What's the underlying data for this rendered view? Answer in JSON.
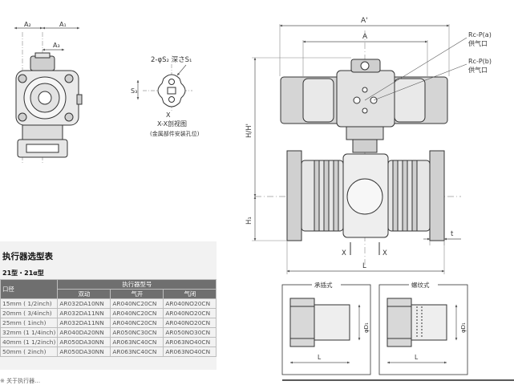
{
  "left_views": {
    "dim_a2": "A₂",
    "dim_a1": "A₁",
    "dim_a3": "A₃"
  },
  "section_view": {
    "hole_note": "2-φS₂ 深さS₁",
    "dim_s3": "S₃",
    "x_label": "X",
    "title": "X-X剖视图",
    "subtitle": "(金属部件安装孔位)"
  },
  "main_view": {
    "dim_a_prime": "A'",
    "dim_a": "A",
    "port_a_code": "Rc-P(a)",
    "port_a_label": "供气口",
    "port_b_code": "Rc-P(b)",
    "port_b_label": "供气口",
    "dim_h": "H/H'",
    "dim_h1": "H₁",
    "dim_t": "t",
    "section_mark": "X",
    "dim_l": "L"
  },
  "detail_views": {
    "socket_title": "承插式",
    "socket_dim_d": "φD₁",
    "socket_dim_l": "L",
    "thread_title": "螺纹式",
    "thread_dim_d": "φD₁",
    "thread_dim_l": "L"
  },
  "actuator_table": {
    "title": "执行器选型表",
    "subtitle": "21型・21α型",
    "col_size": "口径",
    "col_group": "执行器型号",
    "col_double": "双动",
    "col_no": "气开",
    "col_nc": "气闭",
    "rows": [
      {
        "size": "15mm (  1/2inch)",
        "double": "AR032DA10NN",
        "no": "AR040NC20CN",
        "nc": "AR040NO20CN"
      },
      {
        "size": "20mm (  3/4inch)",
        "double": "AR032DA11NN",
        "no": "AR040NC20CN",
        "nc": "AR040NO20CN"
      },
      {
        "size": "25mm (     1inch)",
        "double": "AR032DA11NN",
        "no": "AR040NC20CN",
        "nc": "AR040NO20CN"
      },
      {
        "size": "32mm (1 1/4inch)",
        "double": "AR040DA20NN",
        "no": "AR050NC30CN",
        "nc": "AR050NO30CN"
      },
      {
        "size": "40mm (1 1/2inch)",
        "double": "AR050DA30NN",
        "no": "AR063NC40CN",
        "nc": "AR063NO40CN"
      },
      {
        "size": "50mm (     2inch)",
        "double": "AR050DA30NN",
        "no": "AR063NC40CN",
        "nc": "AR063NO40CN"
      }
    ]
  },
  "footer": {
    "note": "※ 关于执行器…"
  }
}
